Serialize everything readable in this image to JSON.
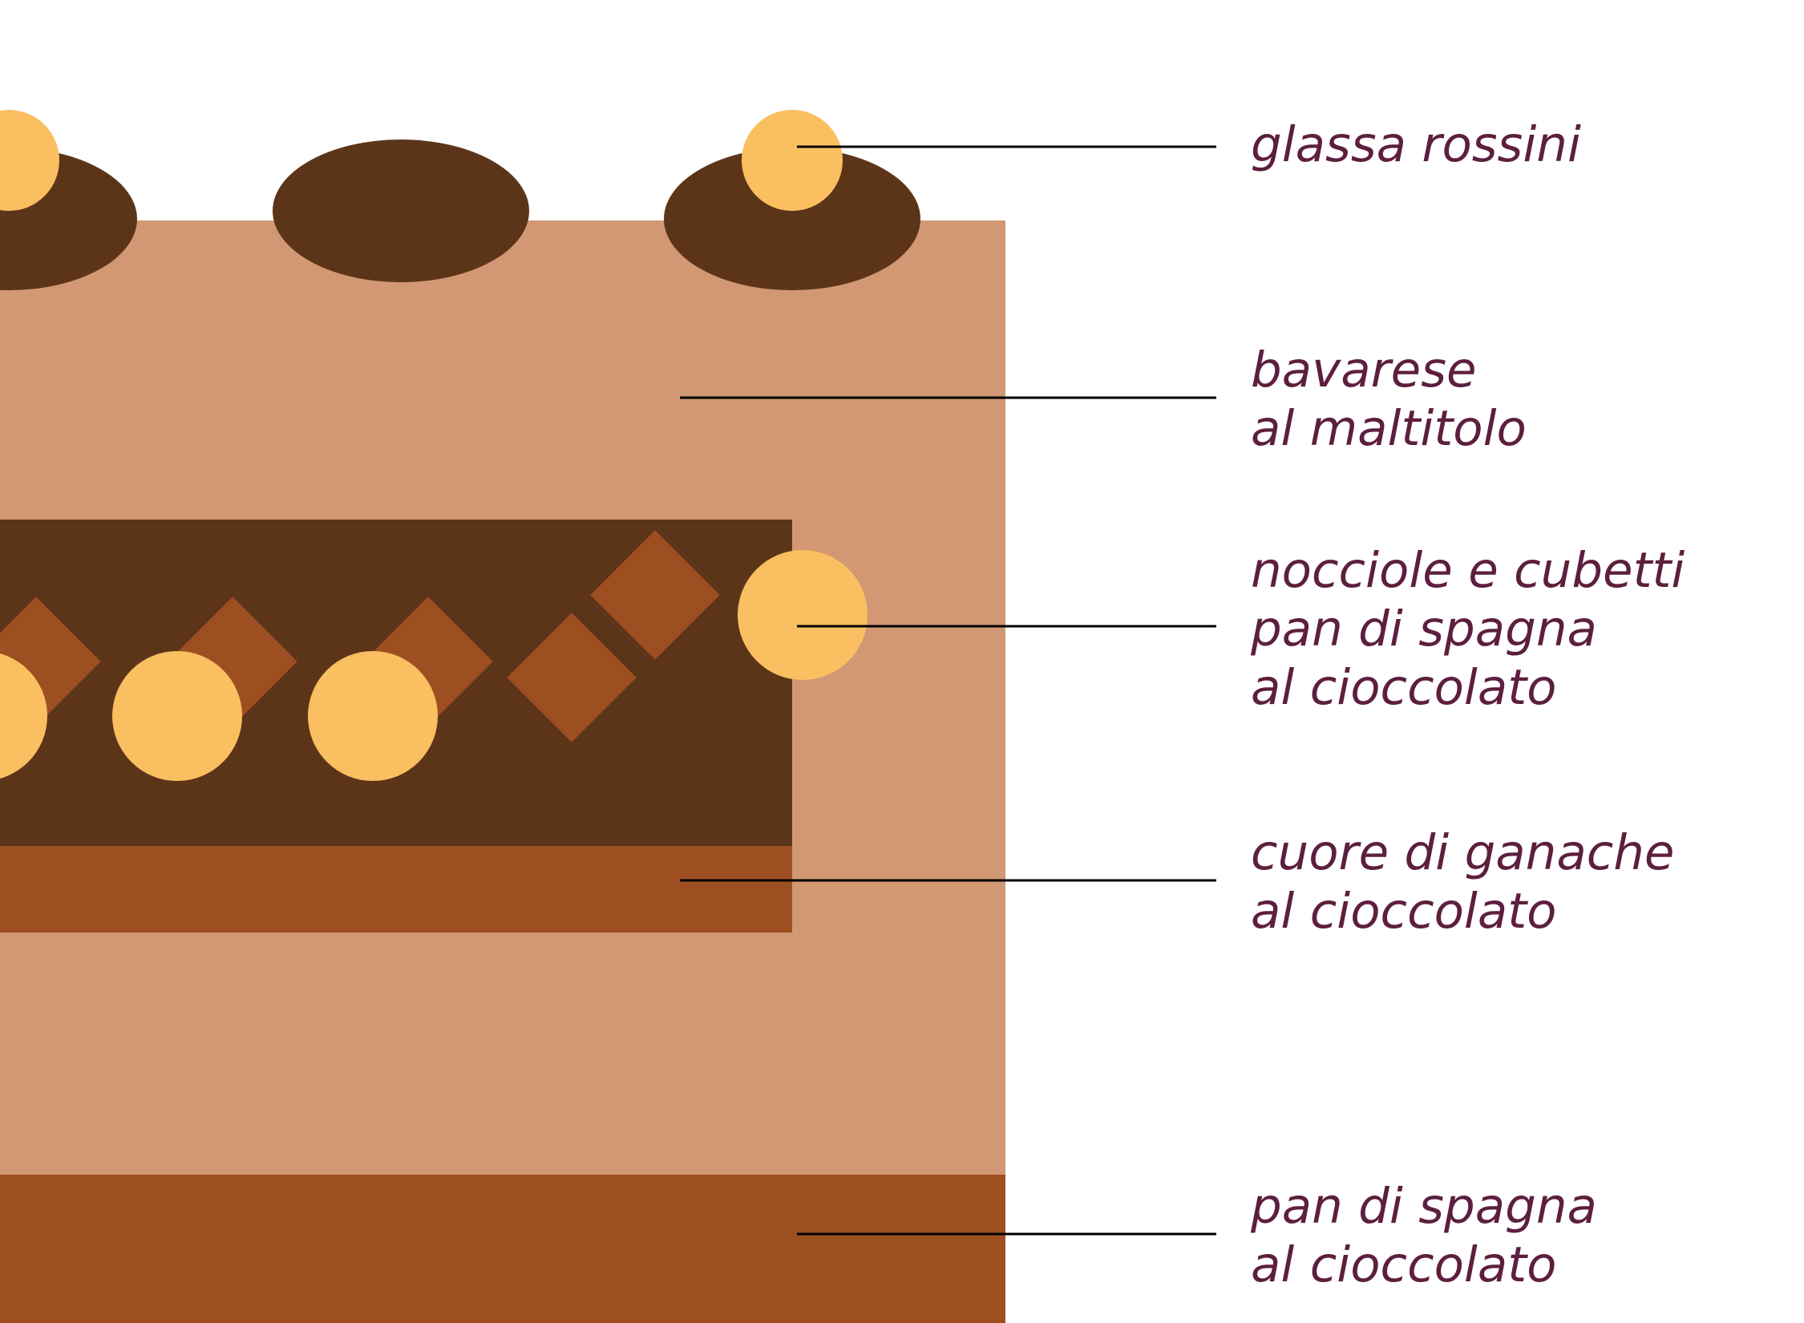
{
  "colors": {
    "background": "#ffffff",
    "mousse": "#d19873",
    "dark_chocolate": "#5c3519",
    "sponge": "#9e4f21",
    "hazelnut": "#fabf60",
    "leader_line": "#000000",
    "label_text": "#5d1f3e"
  },
  "labels": {
    "glassa": [
      "glassa rossini"
    ],
    "bavarese": [
      "bavarese",
      "al maltitolo"
    ],
    "nocciole": [
      "nocciole e cubetti",
      "pan di spagna",
      "al cioccolato"
    ],
    "cuore": [
      "cuore di ganache",
      "al cioccolato"
    ],
    "base": [
      "pan di spagna",
      "al cioccolato"
    ]
  }
}
